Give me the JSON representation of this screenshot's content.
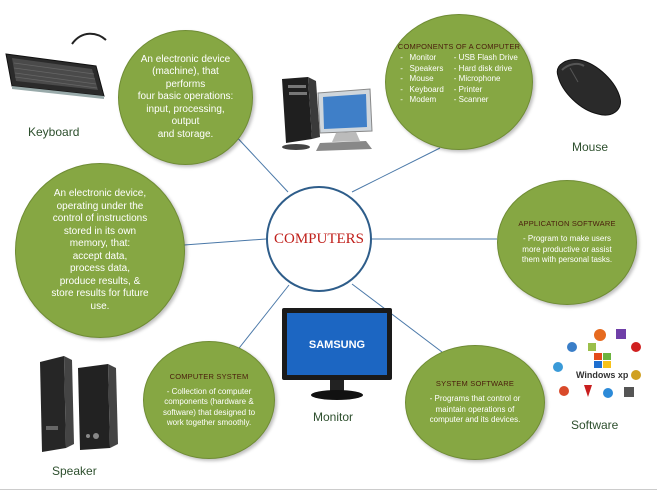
{
  "center": {
    "title": "COMPUTERS"
  },
  "definition_short": {
    "lines": [
      "An electronic device",
      "(machine), that performs",
      "four basic operations:",
      "input, processing, output",
      "and storage."
    ]
  },
  "definition_long": {
    "lines": [
      "An electronic device,",
      "operating under the",
      "control of instructions",
      "stored in its own",
      "memory, that:",
      "accept data,",
      "process data,",
      "produce results, &",
      "store results for future",
      "use."
    ]
  },
  "components": {
    "title": "COMPONENTS OF A COMPUTER",
    "left": [
      "Monitor",
      "Speakers",
      "Mouse",
      "Keyboard",
      "Modem"
    ],
    "right": [
      "- USB Flash Drive",
      "- Hard disk drive",
      "- Microphone",
      "- Printer",
      "- Scanner"
    ]
  },
  "application_software": {
    "title": "APPLICATION SOFTWARE",
    "lines": [
      "- Program to make users",
      "more productive or assist",
      "them with personal tasks."
    ]
  },
  "system_software": {
    "title": "SYSTEM SOFTWARE",
    "lines": [
      "- Programs that control or",
      "maintain operations of",
      "computer and its devices."
    ]
  },
  "computer_system": {
    "title": "COMPUTER SYSTEM",
    "lines": [
      "- Collection of computer",
      "components (hardware &",
      "software) that designed to",
      "work together smoothly."
    ]
  },
  "labels": {
    "keyboard": "Keyboard",
    "mouse": "Mouse",
    "monitor": "Monitor",
    "speaker": "Speaker",
    "software": "Software"
  },
  "monitor_brand": "SAMSUNG",
  "windows_logo_text": "Windows xp",
  "colors": {
    "bubble": "#86a743",
    "center_border": "#2e5d8a",
    "center_text": "#c0201b",
    "lines": "#4a78a8"
  }
}
